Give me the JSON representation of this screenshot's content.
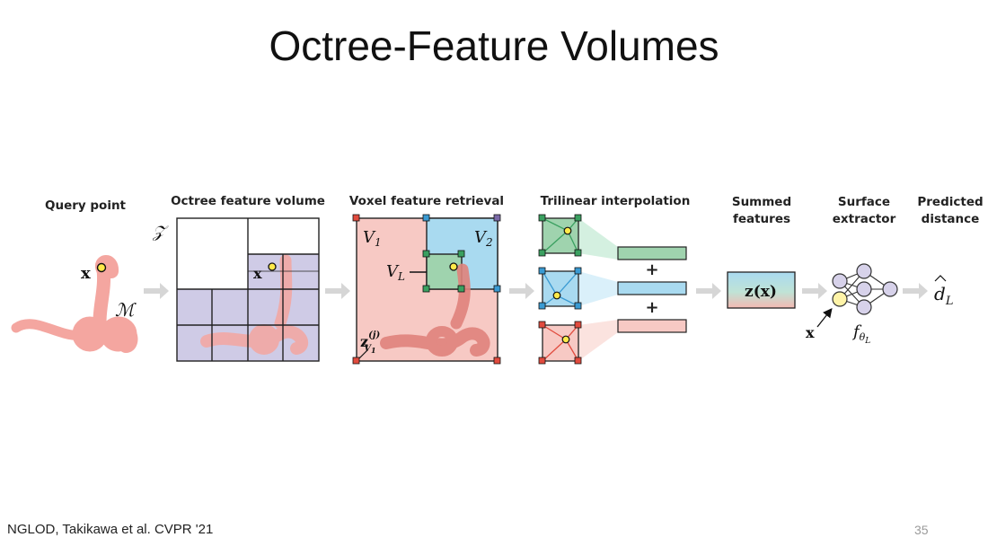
{
  "slide": {
    "title": "Octree-Feature Volumes",
    "footer": "NGLOD, Takikawa et al. CVPR '21",
    "page_number": "35"
  },
  "stages": {
    "query_point": "Query point",
    "octree_feature_volume": "Octree feature volume",
    "voxel_feature_retrieval": "Voxel feature retrieval",
    "trilinear_interpolation": "Trilinear interpolation",
    "summed_features_line1": "Summed",
    "summed_features_line2": "features",
    "surface_extractor_line1": "Surface",
    "surface_extractor_line2": "extractor",
    "predicted_distance_line1": "Predicted",
    "predicted_distance_line2": "distance"
  },
  "math": {
    "x": "x",
    "M": "ℳ",
    "Z": "𝒵",
    "V1": "V",
    "V1_sub": "1",
    "V2": "V",
    "V2_sub": "2",
    "VL": "V",
    "VL_sub": "L",
    "zV1_main": "z",
    "zV1_sup": "(j)",
    "zV1_sub": "V",
    "zV1_subsub": "1",
    "zx": "z(x)",
    "f": "f",
    "f_sub": "θ",
    "f_subsub": "L",
    "d_hat": "d",
    "d_sub": "L",
    "plus1": "+",
    "plus2": "+"
  },
  "colors": {
    "snake": "#f4a6a0",
    "snake_dark": "#e0837c",
    "octree_fill": "#cfcbe6",
    "voxel_red": "#f7c9c4",
    "voxel_blue": "#a9daf0",
    "voxel_green": "#9fd3ae",
    "point_yellow": "#ffe94a",
    "arrow_gray": "#d6d6d6",
    "node_purple": "#d7d2ea"
  }
}
